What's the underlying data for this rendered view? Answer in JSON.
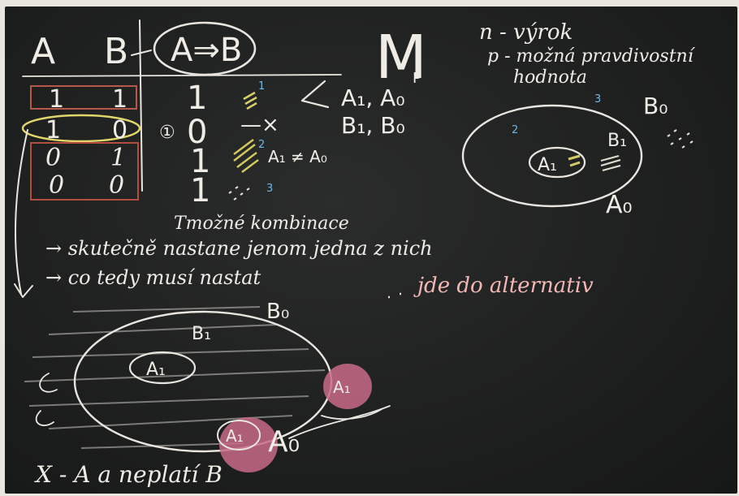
{
  "table": {
    "headers": [
      "A",
      "B",
      "A⇒B"
    ],
    "rows": [
      [
        "1",
        "1",
        "1"
      ],
      [
        "1",
        "0",
        "0"
      ],
      [
        "0",
        "1",
        "1"
      ],
      [
        "0",
        "0",
        "1"
      ]
    ],
    "row2_circled_mark": "①",
    "row_marks": [
      "1",
      "—×",
      "2",
      "3"
    ]
  },
  "right_notes": {
    "big_letter": "M",
    "subscript": "P",
    "line1": "n - výrok",
    "line2": "p - možná pravdivostní",
    "line3": "hodnota",
    "bracket_lines": [
      "A₁, A₀",
      "B₁, B₀"
    ],
    "inequality": "A₁ ≠ A₀"
  },
  "upper_diagram": {
    "labels": {
      "num3": "3",
      "num2": "2",
      "b0": "B₀",
      "b1": "B₁",
      "a1": "A₁",
      "a0": "A₀"
    }
  },
  "middle_text": {
    "line1": "Tmožné kombinace",
    "line2": "→ skutečně nastane jenom jedna z nich",
    "line3": "→ co tedy musí nastat",
    "pink_note": "jde do alternativ"
  },
  "lower_diagram": {
    "labels": {
      "b0": "B₀",
      "b1": "B₁",
      "a1_center": "A₁",
      "a1_pink_right": "A₁",
      "a1_pink_bottom": "A₁",
      "a0": "A₀"
    }
  },
  "footer_text": "X - A a neplatí B"
}
